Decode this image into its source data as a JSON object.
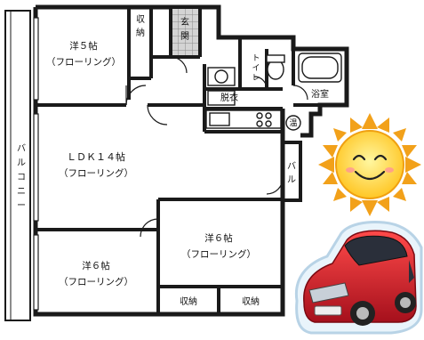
{
  "rooms": {
    "western1": {
      "name": "洋５帖",
      "floor": "（フローリング）"
    },
    "closet1": "収\n納",
    "entrance": "玄\n関",
    "toilet": "ト\nイ\nレ",
    "dressing": "脱衣",
    "bath": "浴室",
    "water_heater": "温",
    "balcony_small": "バ\nル",
    "balcony_main": "バ\nル\nコ\nニ\nー",
    "ldk": {
      "name": "ＬＤＫ１４帖",
      "floor": "（フローリング）"
    },
    "western2": {
      "name": "洋６帖",
      "floor": "（フローリング）"
    },
    "western3": {
      "name": "洋６帖",
      "floor": "（フローリング）"
    },
    "storage_a": "収納",
    "storage_b": "収納"
  },
  "colors": {
    "wall": "#1a1a1a",
    "entrance_tile": "#c8c8c8",
    "car_body": "#d8202e",
    "sun_rays": "#f2a11a",
    "sun_face": "#ffd23a"
  },
  "icons": [
    "sun-icon",
    "car-icon"
  ]
}
